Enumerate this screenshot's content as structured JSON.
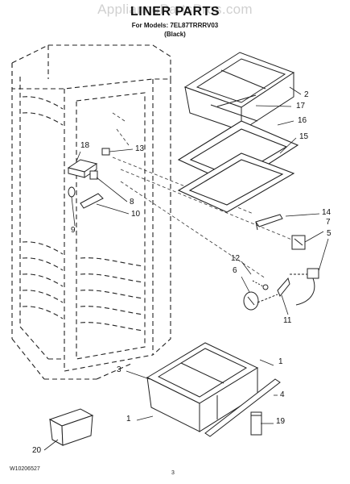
{
  "watermark": "AppliancePartsPros.com",
  "header": {
    "title": "LINER PARTS",
    "models_line": "For Models: 7EL87TRRRV03",
    "color_line": "(Black)"
  },
  "callouts": {
    "c1a": "1",
    "c1b": "1",
    "c2": "2",
    "c3": "3",
    "c4": "4",
    "c5": "5",
    "c6": "6",
    "c7": "7",
    "c8": "8",
    "c9": "9",
    "c10": "10",
    "c11": "11",
    "c12": "12",
    "c13": "13",
    "c14": "14",
    "c15": "15",
    "c16": "16",
    "c17": "17",
    "c18": "18",
    "c19": "19",
    "c20": "20"
  },
  "footer": {
    "doc_number": "W10206527",
    "page_number": "3"
  }
}
